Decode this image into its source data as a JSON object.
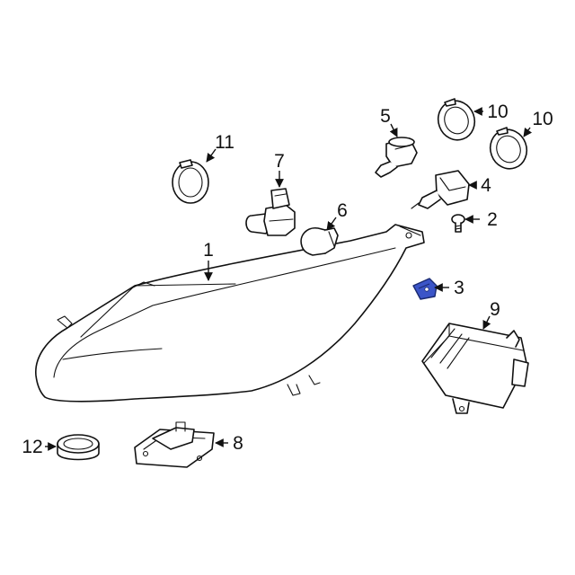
{
  "diagram": {
    "highlight_color": "#3b55c8",
    "stroke_color": "#111111",
    "callouts": [
      {
        "id": "c1",
        "label": "1",
        "part": "headlamp-assembly"
      },
      {
        "id": "c2",
        "label": "2",
        "part": "screw"
      },
      {
        "id": "c3",
        "label": "3",
        "part": "retaining-clip",
        "highlighted": true
      },
      {
        "id": "c4",
        "label": "4",
        "part": "hid-bulb"
      },
      {
        "id": "c5",
        "label": "5",
        "part": "halogen-bulb"
      },
      {
        "id": "c6",
        "label": "6",
        "part": "turn-signal-bulb"
      },
      {
        "id": "c7",
        "label": "7",
        "part": "bulb-with-socket"
      },
      {
        "id": "c8",
        "label": "8",
        "part": "ballast-igniter"
      },
      {
        "id": "c9",
        "label": "9",
        "part": "control-module"
      },
      {
        "id": "c10a",
        "label": "10",
        "part": "access-cover"
      },
      {
        "id": "c10b",
        "label": "10",
        "part": "access-cover"
      },
      {
        "id": "c11",
        "label": "11",
        "part": "access-cover"
      },
      {
        "id": "c12",
        "label": "12",
        "part": "round-cap"
      }
    ]
  }
}
